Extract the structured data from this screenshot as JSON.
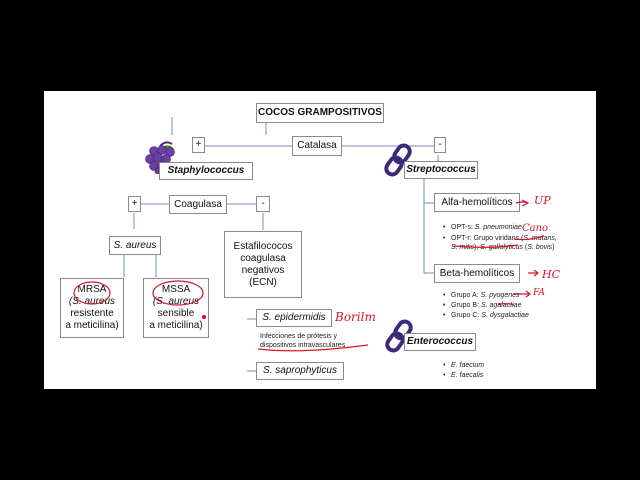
{
  "title": "COCOS GRAMPOSITIVOS",
  "catalasa": "Catalasa",
  "plus": "+",
  "minus": "-",
  "staph": "Staphylococcus",
  "strep": "Streptococcus",
  "coagulasa": "Coagulasa",
  "s_aureus": "S. aureus",
  "ecn": [
    "Estafilococos",
    "coagulasa",
    "negativos",
    "(ECN)"
  ],
  "mrsa": {
    "top": "MRSA",
    "sp": "(S. aureus",
    "l2": "resistente",
    "l3": "a meticilina)"
  },
  "mssa": {
    "top": "MSSA",
    "sp": "(S. aureus",
    "l2": "sensible",
    "l3": "a meticilina)"
  },
  "s_epidermidis": "S. epidermidis",
  "epid_note": [
    "Infecciones de prótesis y",
    "dispositivos intravasculares"
  ],
  "s_saprophyticus": "S. saprophyticus",
  "alfa": "Alfa-hemolíticos",
  "alfa_items": [
    {
      "a": "OPT-s: ",
      "b": "S. pneumoniae"
    },
    {
      "a": "OPT-r: Grupo viridans (",
      "b": "S. mutans,"
    },
    {
      "b2": "S. mitis",
      "c": "), ",
      "d": "S. gallolyticus",
      "e": " (",
      "f": "S. bovis",
      "g": ")"
    }
  ],
  "beta": "Beta-hemolíticos",
  "beta_items": [
    {
      "a": "Grupo A: ",
      "b": "S. pyogenes"
    },
    {
      "a": "Grupo B: ",
      "b": "S. agalactiae"
    },
    {
      "a": "Grupo C: ",
      "b": "S. dysgalactiae"
    }
  ],
  "entero": "Enterococcus",
  "entero_items": [
    "E. faecium",
    "E. faecalis"
  ],
  "handwriting": {
    "up": "UP",
    "cano": "Cano",
    "hc": "HC",
    "fa": "FA",
    "boril": "Borilm"
  },
  "colors": {
    "red_ink": "#d5162d",
    "grapes": "#6b3fa0",
    "chain": "#3b2a7a",
    "box_border": "#8a8a8a"
  },
  "icons": [
    "grapes-icon",
    "chain-icon"
  ]
}
